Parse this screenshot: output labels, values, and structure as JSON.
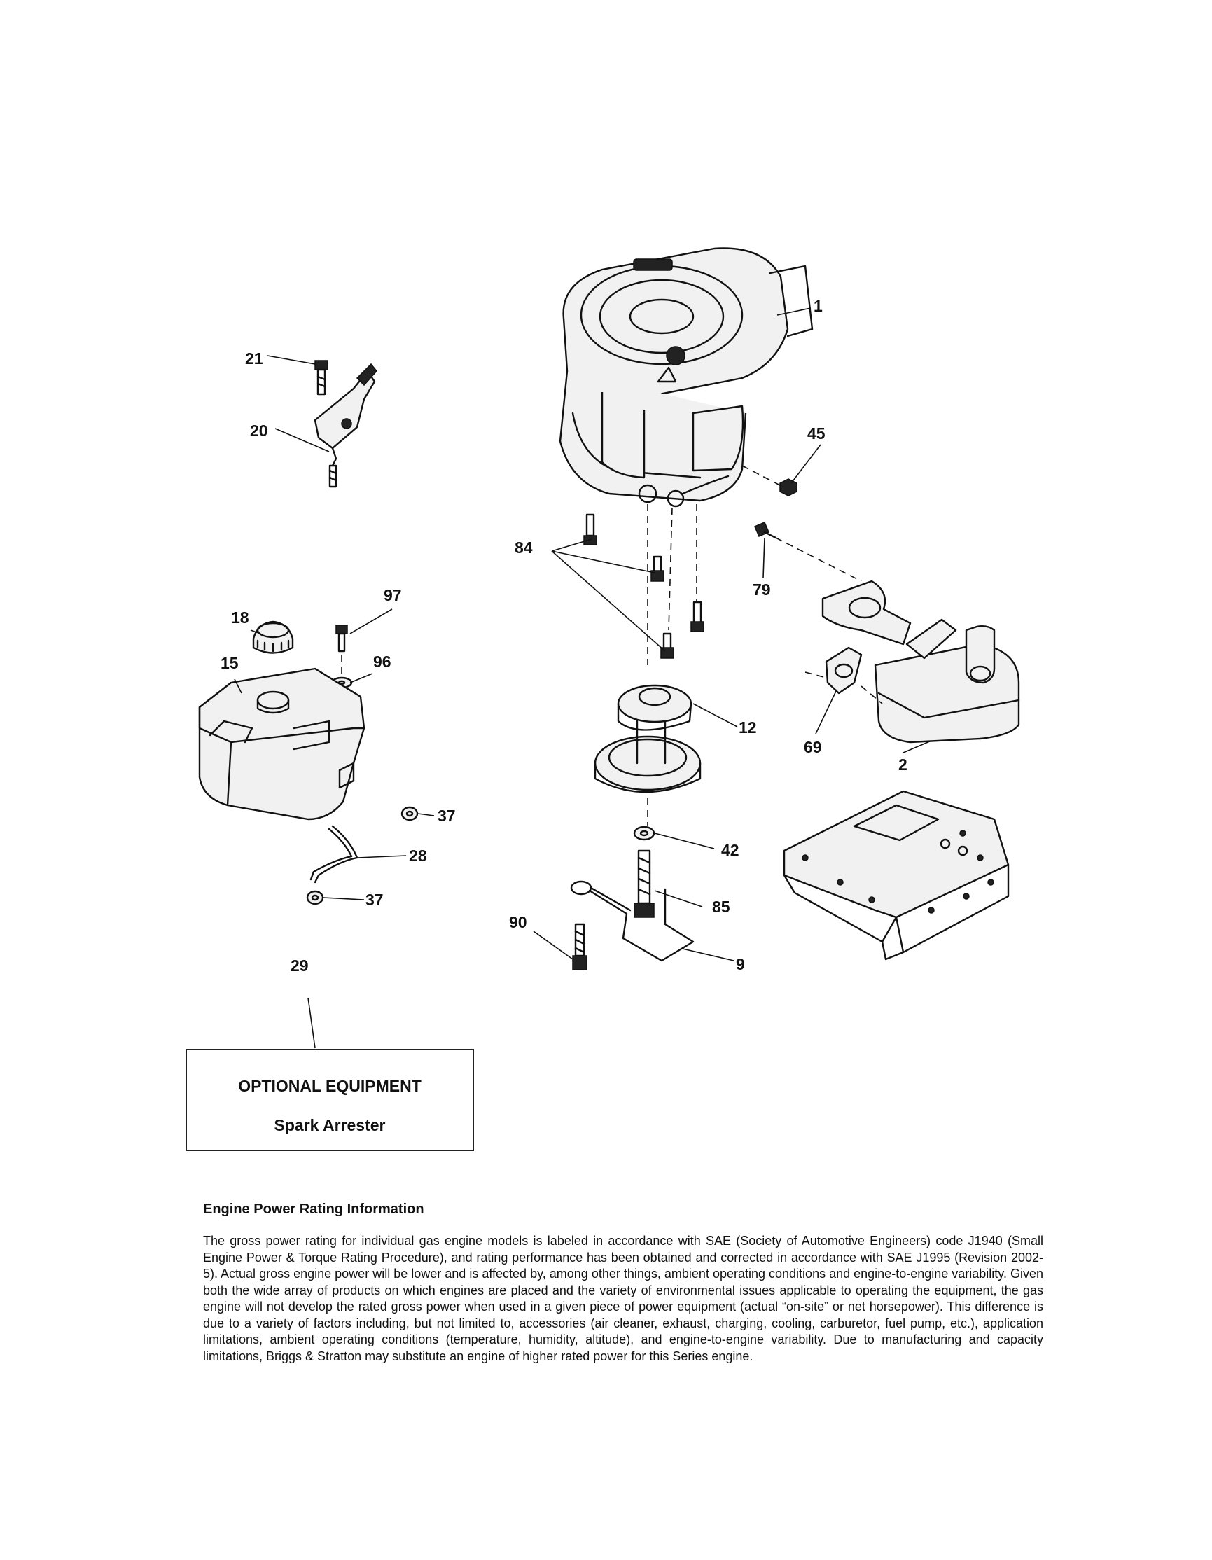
{
  "callouts": {
    "c1": "1",
    "c2": "2",
    "c9": "9",
    "c12": "12",
    "c15": "15",
    "c18": "18",
    "c20": "20",
    "c21": "21",
    "c28": "28",
    "c29": "29",
    "c37a": "37",
    "c37b": "37",
    "c42": "42",
    "c45": "45",
    "c69": "69",
    "c79": "79",
    "c84": "84",
    "c85": "85",
    "c90": "90",
    "c96": "96",
    "c97": "97"
  },
  "optional_box": {
    "title": "OPTIONAL EQUIPMENT",
    "item": "Spark Arrester"
  },
  "info": {
    "title": "Engine Power Rating Information",
    "body": "The gross power rating for individual gas engine models is labeled in accordance with SAE (Society of Automotive Engineers) code J1940 (Small Engine Power & Torque Rating Procedure), and rating performance has been obtained and corrected in accordance with SAE J1995 (Revision 2002-5). Actual gross engine power will be lower and is affected by, among other things, ambient operating conditions and engine-to-engine variability. Given both the wide array of products on which engines are placed and the variety of environmental issues applicable to operating the equipment, the gas engine will not develop the rated gross power when used in a given piece of power equipment (actual “on-site” or net horsepower). This difference is due to a variety of factors including, but not limited to, accessories (air cleaner, exhaust, charging, cooling, carburetor, fuel pump, etc.), application limitations, ambient operating conditions (temperature, humidity, altitude), and engine-to-engine variability. Due to manufacturing and capacity limitations, Briggs & Stratton may substitute an engine of higher rated power for this Series engine."
  }
}
